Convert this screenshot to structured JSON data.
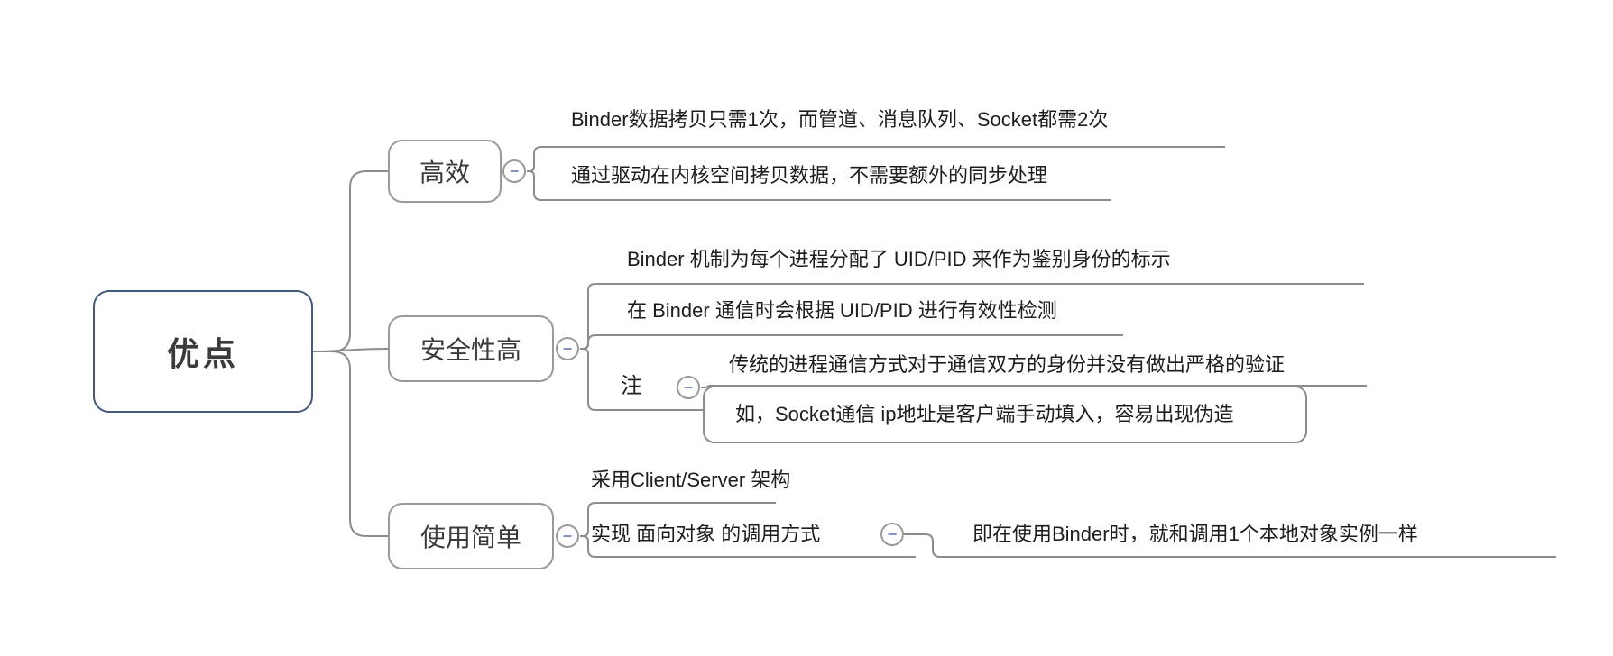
{
  "diagram": {
    "type": "mindmap",
    "root": {
      "label": "优点"
    },
    "branches": [
      {
        "label": "高效",
        "children": [
          {
            "label": "Binder数据拷贝只需1次，而管道、消息队列、Socket都需2次"
          },
          {
            "label": "通过驱动在内核空间拷贝数据，不需要额外的同步处理"
          }
        ]
      },
      {
        "label": "安全性高",
        "children": [
          {
            "label": "Binder 机制为每个进程分配了 UID/PID 来作为鉴别身份的标示"
          },
          {
            "label": "在 Binder 通信时会根据 UID/PID 进行有效性检测"
          },
          {
            "label": "注",
            "children": [
              {
                "label": "传统的进程通信方式对于通信双方的身份并没有做出严格的验证"
              },
              {
                "label": "如，Socket通信 ip地址是客户端手动填入，容易出现伪造",
                "shape": "bubble"
              }
            ]
          }
        ]
      },
      {
        "label": "使用简单",
        "children": [
          {
            "label": "采用Client/Server 架构"
          },
          {
            "label": "实现 面向对象 的调用方式",
            "children": [
              {
                "label": "即在使用Binder时，就和调用1个本地对象实例一样"
              }
            ]
          }
        ]
      }
    ],
    "icons": {
      "collapse_glyph": "−"
    },
    "colors": {
      "root_border": "#44597e",
      "node_border": "#9a9a9a",
      "connector": "#8c8c8c",
      "collapse_minus": "#8291c9",
      "text": "#1d1d1d",
      "background": "#ffffff"
    }
  }
}
